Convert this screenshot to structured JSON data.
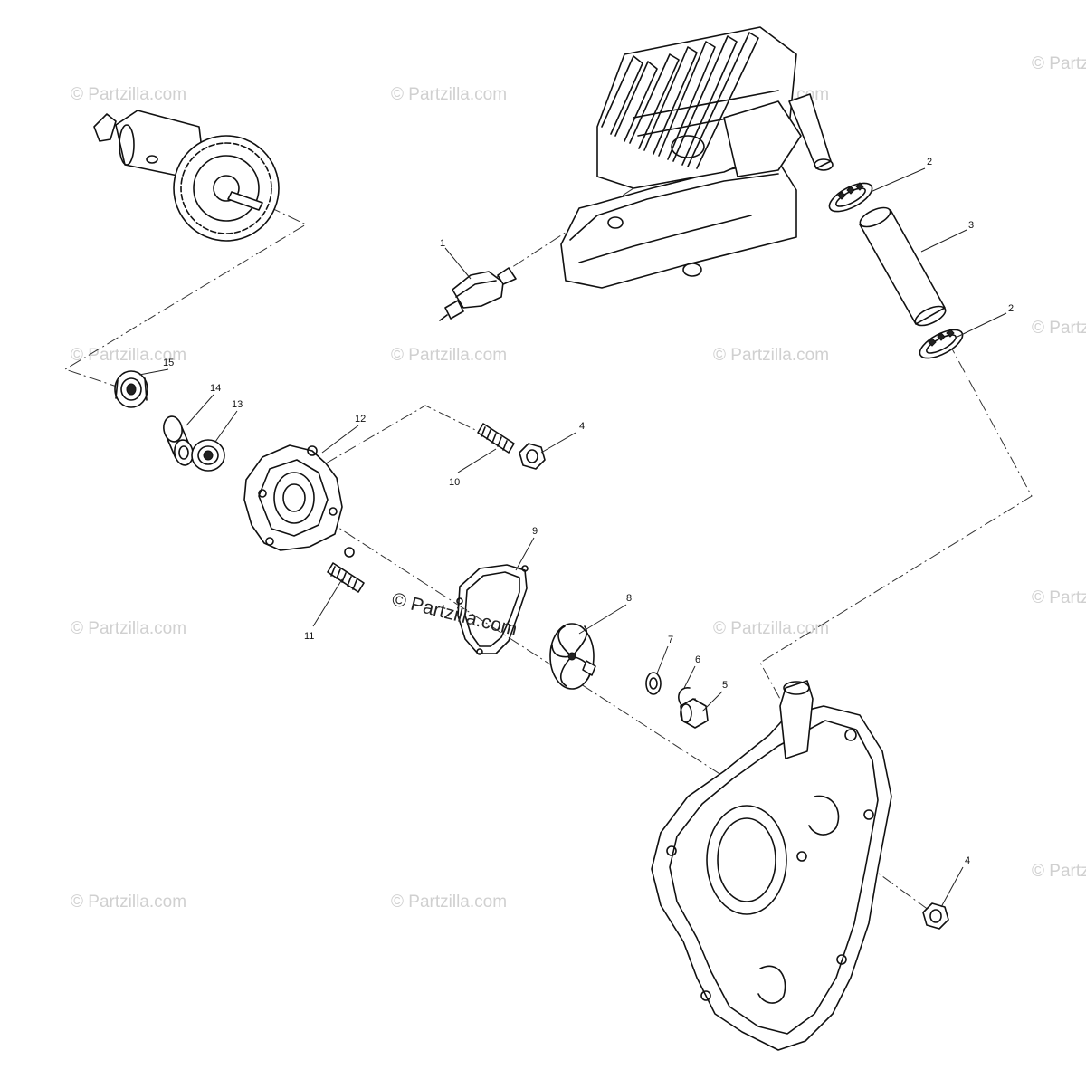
{
  "watermark": {
    "text": "© Partzilla.com",
    "center_text": "© Partzilla.com"
  },
  "callouts": {
    "c1": "1",
    "c2a": "2",
    "c2b": "2",
    "c3": "3",
    "c4a": "4",
    "c4b": "4",
    "c5": "5",
    "c6": "6",
    "c7": "7",
    "c8": "8",
    "c9": "9",
    "c10": "10",
    "c11": "11",
    "c12": "12",
    "c13": "13",
    "c14": "14",
    "c15": "15"
  },
  "colors": {
    "line": "#111111",
    "watermark": "#d0d0d0",
    "background": "#ffffff"
  }
}
